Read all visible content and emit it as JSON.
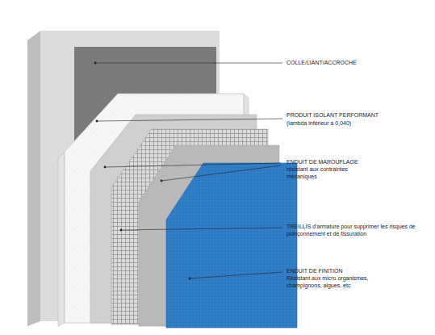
{
  "diagram": {
    "labels": [
      "COLLE/LIANT/ACCROCHE",
      "PRODUIT ISOLANT PERFORMANT",
      "(lambda inférieur à 0,040)",
      "ENDUIT DE MAROUFLAGE",
      "résistant aux contraintes mécaniques",
      "TREILLIS d'armature pour supprimer les risques de poinçonnement et de fissuration",
      "ENDUIT DE FINITION",
      "Résistant aux micro organismes, champignons, algues, etc"
    ]
  }
}
